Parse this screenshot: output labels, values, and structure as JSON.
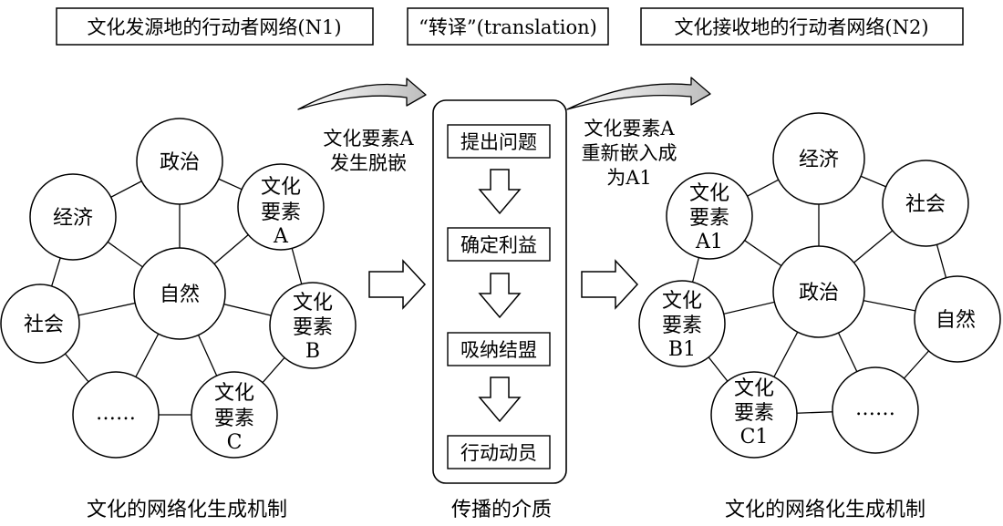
{
  "headers": {
    "left": "文化发源地的行动者网络(N1)",
    "center": "“转译”(translation)",
    "right": "文化接收地的行动者网络(N2)"
  },
  "left_network": {
    "nodes": {
      "politics": "政治",
      "economy": "经济",
      "culture_a": [
        "文化",
        "要素",
        "A"
      ],
      "nature": "自然",
      "society": "社会",
      "culture_b": [
        "文化",
        "要素",
        "B"
      ],
      "ellipsis": "……",
      "culture_c": [
        "文化",
        "要素",
        "C"
      ]
    },
    "caption": "文化的网络化生成机制"
  },
  "right_network": {
    "nodes": {
      "economy": "经济",
      "society": "社会",
      "culture_a1": [
        "文化",
        "要素",
        "A1"
      ],
      "politics": "政治",
      "nature": "自然",
      "culture_b1": [
        "文化",
        "要素",
        "B1"
      ],
      "ellipsis": "……",
      "culture_c1": [
        "文化",
        "要素",
        "C1"
      ]
    },
    "caption": "文化的网络化生成机制"
  },
  "translation": {
    "steps": [
      "提出问题",
      "确定利益",
      "吸纳结盟",
      "行动动员"
    ],
    "caption": "传播的介质"
  },
  "notes": {
    "detach": [
      "文化要素A",
      "发生脱嵌"
    ],
    "reembed": [
      "文化要素A",
      "重新嵌入成",
      "为A1"
    ]
  }
}
